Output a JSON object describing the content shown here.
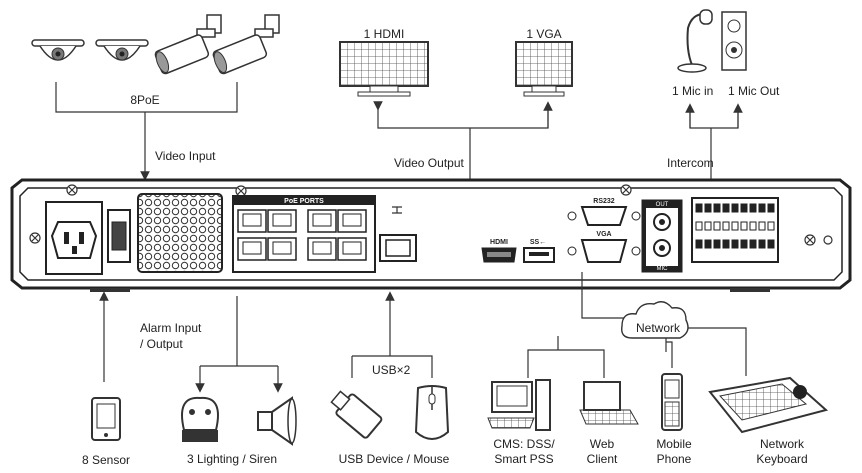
{
  "labels": {
    "poe": "8PoE",
    "video_input": "Video Input",
    "hdmi": "1 HDMI",
    "vga_out": "1 VGA",
    "video_output": "Video Output",
    "mic_in": "1 Mic in",
    "mic_out": "1 Mic Out",
    "intercom": "Intercom",
    "alarm_io_line1": "Alarm Input",
    "alarm_io_line2": "/ Output",
    "usb_x2": "USB×2",
    "network": "Network",
    "sensor": "8 Sensor",
    "lighting_siren": "3 Lighting / Siren",
    "usb_device": "USB Device / Mouse",
    "cms_line1": "CMS: DSS/",
    "cms_line2": "Smart PSS",
    "web_line1": "Web",
    "web_line2": "Client",
    "mobile_line1": "Mobile",
    "mobile_line2": "Phone",
    "keyboard_line1": "Network",
    "keyboard_line2": "Keyboard"
  },
  "panel": {
    "poe_ports_label": "PoE PORTS",
    "hdmi_port_label": "HDMI",
    "usb_port_label": "SS←",
    "rs232_label": "RS232",
    "vga_port_label": "VGA",
    "mic_out_label": "OUT",
    "mic_in_label": "MIC"
  }
}
